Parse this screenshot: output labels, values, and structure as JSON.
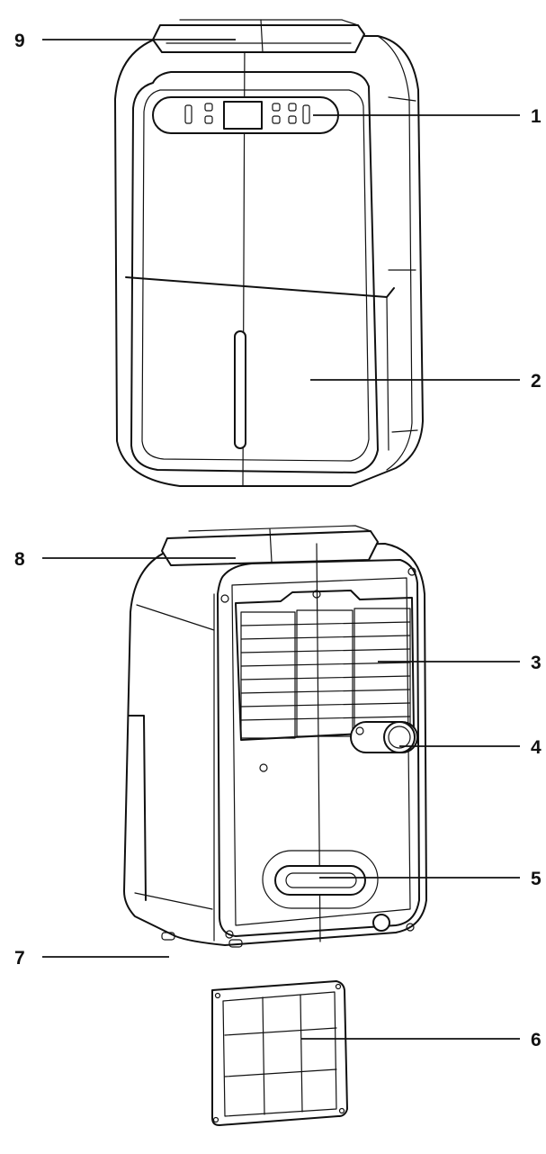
{
  "callouts": {
    "c1": "1",
    "c2": "2",
    "c3": "3",
    "c4": "4",
    "c5": "5",
    "c6": "6",
    "c7": "7",
    "c8": "8",
    "c9": "9"
  },
  "colors": {
    "ink": "#111111",
    "background": "#ffffff"
  }
}
